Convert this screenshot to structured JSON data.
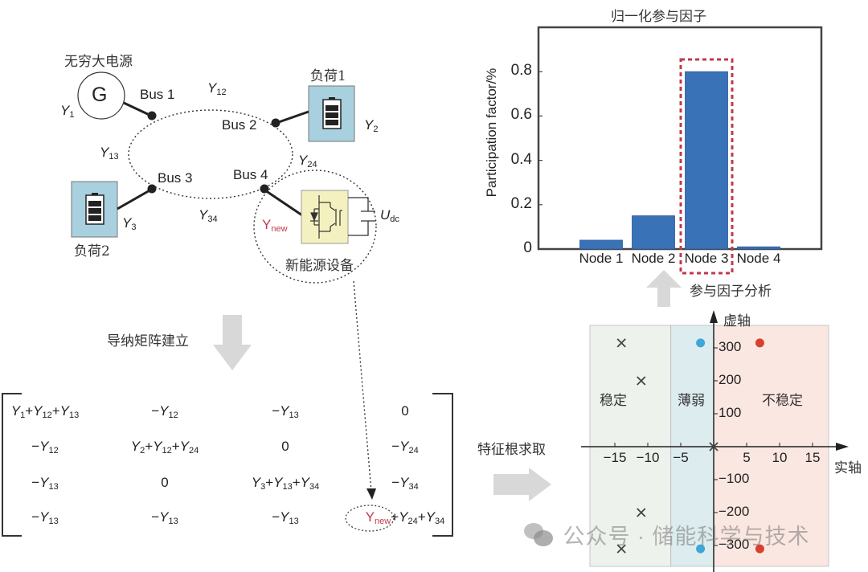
{
  "network": {
    "generator_label": "无穷大电源",
    "generator_symbol": "G",
    "load1_label": "负荷1",
    "load2_label": "负荷2",
    "new_energy_label": "新能源设备",
    "buses": [
      "Bus 1",
      "Bus 2",
      "Bus 3",
      "Bus 4"
    ],
    "admittances": {
      "Y1": {
        "base": "Y",
        "sub": "1"
      },
      "Y2": {
        "base": "Y",
        "sub": "2"
      },
      "Y3": {
        "base": "Y",
        "sub": "3"
      },
      "Y12": {
        "base": "Y",
        "sub": "12"
      },
      "Y13": {
        "base": "Y",
        "sub": "13"
      },
      "Y24": {
        "base": "Y",
        "sub": "24"
      },
      "Y34": {
        "base": "Y",
        "sub": "34"
      },
      "Ynew": {
        "base": "Y",
        "sub": "new"
      },
      "Udc": {
        "base": "U",
        "sub": "dc"
      }
    }
  },
  "steps": {
    "admittance_matrix": "导纳矩阵建立",
    "eigenvalue": "特征根求取",
    "participation": "参与因子分析"
  },
  "matrix": {
    "rows": [
      [
        "Y1+Y12+Y13",
        "−Y12",
        "−Y13",
        "0"
      ],
      [
        "−Y12",
        "Y2+Y12+Y24",
        "0",
        "−Y24"
      ],
      [
        "−Y13",
        "0",
        "Y3+Y13+Y34",
        "−Y34"
      ],
      [
        "−Y13",
        "−Y13",
        "−Y13",
        "Ynew+Y24+Y34"
      ]
    ]
  },
  "chart_data": [
    {
      "type": "bar",
      "title": "归一化参与因子",
      "xlabel": "",
      "ylabel": "Participation factor/%",
      "categories": [
        "Node 1",
        "Node 2",
        "Node 3",
        "Node 4"
      ],
      "values": [
        0.04,
        0.15,
        0.8,
        0.01
      ],
      "ylim": [
        0,
        1.0
      ],
      "yticks": [
        "0",
        "0.2",
        "0.4",
        "0.6",
        "0.8"
      ],
      "highlight": "Node 3",
      "bar_color": "#3a72b8",
      "highlight_color": "#c0394b"
    },
    {
      "type": "scatter",
      "title": "",
      "xlabel": "实轴",
      "ylabel": "虚轴",
      "xticks": [
        "−15",
        "−10",
        "−5",
        "5",
        "10",
        "15"
      ],
      "xtick_values": [
        -15,
        -10,
        -5,
        5,
        10,
        15
      ],
      "yticks": [
        "300",
        "200",
        "100",
        "−100",
        "−200",
        "−300"
      ],
      "ytick_values": [
        300,
        200,
        100,
        -100,
        -200,
        -300
      ],
      "xlim": [
        -19,
        18
      ],
      "ylim": [
        -340,
        340
      ],
      "regions": [
        {
          "label": "稳定",
          "from": -19,
          "to": -6.5,
          "color": "#eef2ec"
        },
        {
          "label": "薄弱",
          "from": -6.5,
          "to": 0,
          "color": "#dcecef"
        },
        {
          "label": "不稳定",
          "from": 0,
          "to": 18,
          "color": "#fbe7e1"
        }
      ],
      "series": [
        {
          "name": "stable poles",
          "marker": "x",
          "color": "#444444",
          "points": [
            [
              -14,
              315
            ],
            [
              -11,
              200
            ],
            [
              -11,
              -200
            ],
            [
              -14,
              -310
            ],
            [
              0,
              0
            ]
          ]
        },
        {
          "name": "weak poles",
          "marker": "circle",
          "color": "#3fa6d8",
          "points": [
            [
              -2,
              315
            ],
            [
              -2,
              -310
            ]
          ]
        },
        {
          "name": "unstable poles",
          "marker": "circle",
          "color": "#d9402f",
          "points": [
            [
              7,
              315
            ],
            [
              7,
              -310
            ]
          ]
        }
      ]
    }
  ],
  "watermark": "公众号 · 储能科学与技术"
}
